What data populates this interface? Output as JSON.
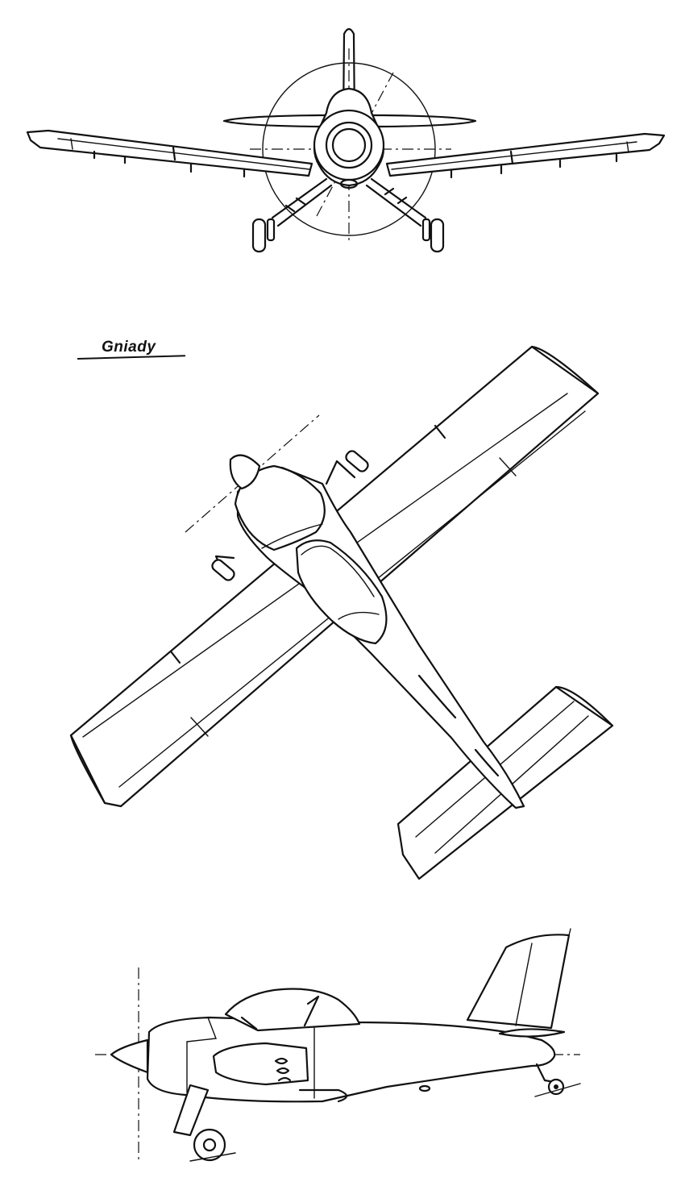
{
  "drawing": {
    "title": "Gniady",
    "views": [
      "front",
      "top",
      "side"
    ]
  }
}
